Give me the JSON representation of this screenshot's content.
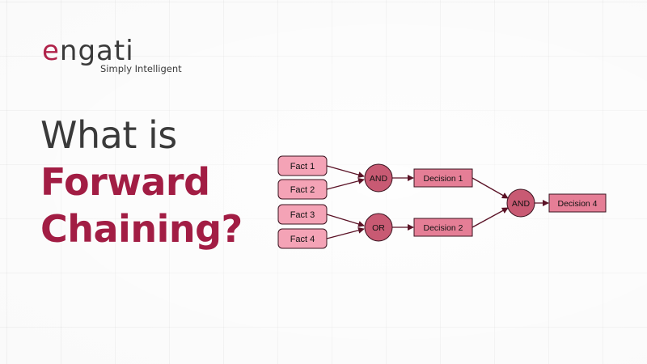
{
  "brand": {
    "logo_e": "e",
    "logo_rest": "ngati",
    "tagline": "Simply Intelligent"
  },
  "headline": {
    "line1": "What is",
    "line2": "Forward",
    "line3": "Chaining?"
  },
  "diagram": {
    "facts": [
      "Fact 1",
      "Fact 2",
      "Fact 3",
      "Fact 4"
    ],
    "gates": [
      "AND",
      "OR",
      "AND"
    ],
    "decisions": [
      "Decision 1",
      "Decision 2",
      "Decision 4"
    ]
  },
  "colors": {
    "brand_accent": "#a21d44",
    "fact_fill": "#f4a3b6",
    "gate_fill": "#c85a73",
    "decision_fill": "#e57e96",
    "arrow": "#5a1226"
  }
}
